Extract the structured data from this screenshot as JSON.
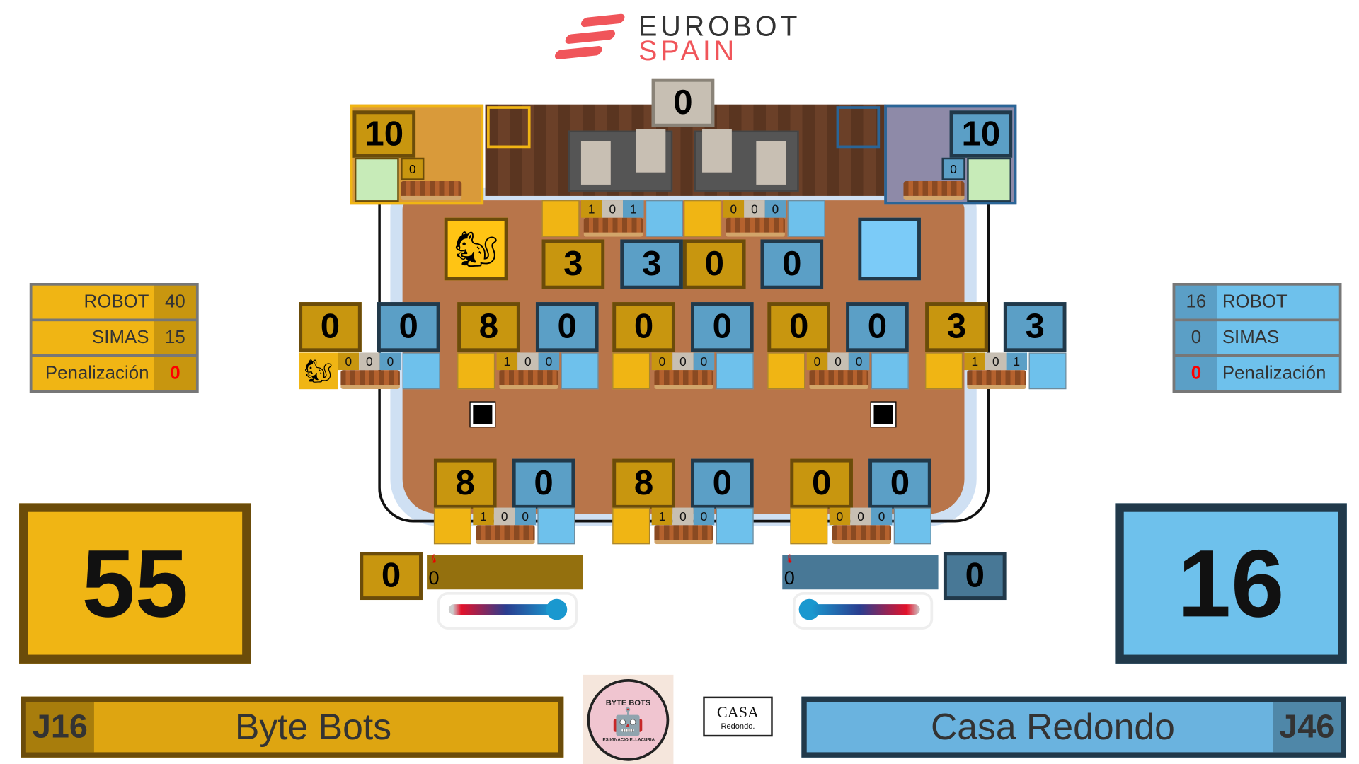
{
  "header": {
    "logo_top": "EUROBOT",
    "logo_bottom": "SPAIN"
  },
  "board": {
    "center_top": "0",
    "yellow_nest": {
      "score": "10",
      "count": "0"
    },
    "blue_nest": {
      "score": "10",
      "count": "0"
    },
    "top_zones": [
      [
        "1",
        "0",
        "1"
      ],
      [
        "0",
        "0",
        "0"
      ]
    ],
    "top_scores": [
      "3",
      "3",
      "0",
      "0"
    ],
    "middle_scores": [
      [
        "0",
        "0"
      ],
      [
        "8",
        "0"
      ],
      [
        "0",
        "0"
      ],
      [
        "0",
        "0"
      ],
      [
        "3",
        "3"
      ]
    ],
    "middle_zones": [
      [
        "0",
        "0",
        "0"
      ],
      [
        "1",
        "0",
        "0"
      ],
      [
        "0",
        "0",
        "0"
      ],
      [
        "0",
        "0",
        "0"
      ],
      [
        "1",
        "0",
        "1"
      ]
    ],
    "bottom_scores": [
      [
        "8",
        "0"
      ],
      [
        "8",
        "0"
      ],
      [
        "0",
        "0"
      ]
    ],
    "bottom_zones": [
      [
        "1",
        "0",
        "0"
      ],
      [
        "1",
        "0",
        "0"
      ],
      [
        "0",
        "0",
        "0"
      ]
    ]
  },
  "yellow": {
    "thermo_score": "0",
    "thermo_value": "0",
    "robot_label": "ROBOT",
    "robot": "40",
    "simas_label": "SIMAS",
    "simas": "15",
    "penalty_label": "Penalización",
    "penalty": "0",
    "total": "55",
    "code": "J16",
    "name": "Byte Bots",
    "logo_text": "BYTE BOTS",
    "logo_sub": "IES IGNACIO ELLACURIA"
  },
  "blue": {
    "thermo_score": "0",
    "thermo_value": "0",
    "robot_label": "ROBOT",
    "robot": "16",
    "simas_label": "SIMAS",
    "simas": "0",
    "penalty_label": "Penalización",
    "penalty": "0",
    "total": "16",
    "code": "J46",
    "name": "Casa Redondo",
    "logo_text": "CASA",
    "logo_sub": "Redondo."
  },
  "colors": {
    "yellow": "#f0b514",
    "yellow_dark": "#c8960f",
    "blue": "#6ec1ec",
    "blue_dark": "#5b9fc6",
    "penalty": "#ff0000",
    "logo_red": "#f0555a"
  }
}
